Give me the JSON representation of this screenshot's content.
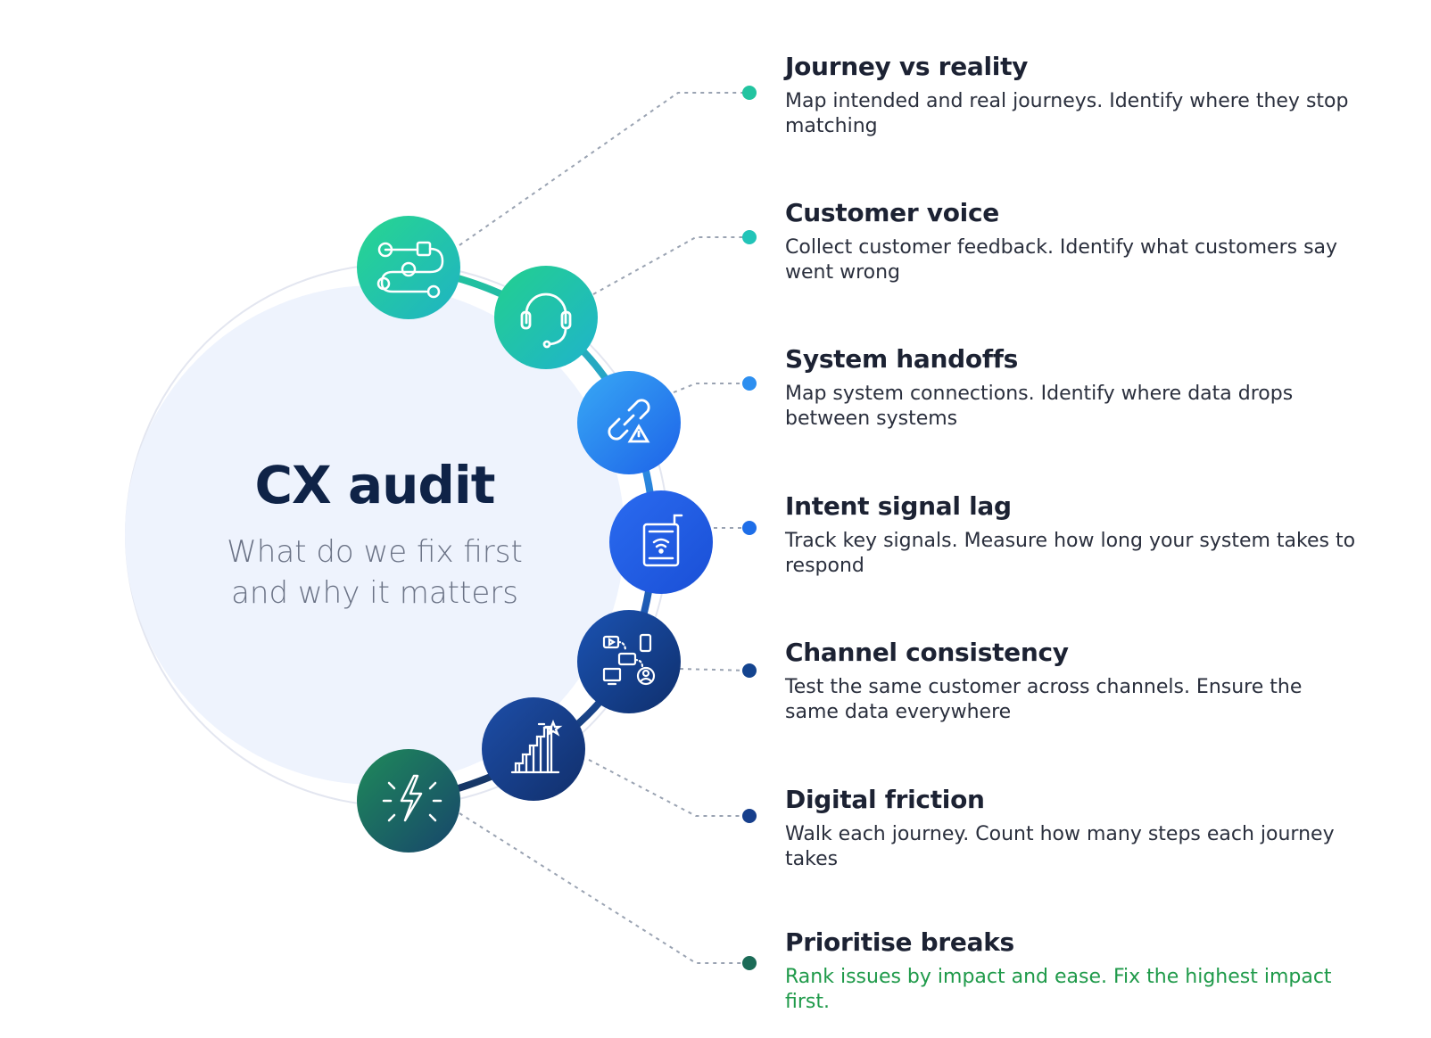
{
  "center": {
    "title": "CX audit",
    "subtitle_line1": "What do we fix first",
    "subtitle_line2": "and why it matters"
  },
  "items": [
    {
      "title": "Journey vs reality",
      "desc": "Map intended and real journeys. Identify where they stop matching",
      "icon": "journey-map-icon",
      "color": "#22c4a0"
    },
    {
      "title": "Customer voice",
      "desc": "Collect customer feedback. Identify what customers say went wrong",
      "icon": "headset-icon",
      "color": "#22c4b8"
    },
    {
      "title": "System handoffs",
      "desc": "Map system connections. Identify where data drops between systems",
      "icon": "broken-link-warning-icon",
      "color": "#2d8ff0"
    },
    {
      "title": "Intent signal lag",
      "desc": "Track key signals. Measure how long your system takes to respond",
      "icon": "signal-device-icon",
      "color": "#1e6ee8"
    },
    {
      "title": "Channel consistency",
      "desc": "Test the same customer across channels. Ensure the same data everywhere",
      "icon": "omnichannel-icon",
      "color": "#14448f"
    },
    {
      "title": "Digital friction",
      "desc": "Walk each journey. Count how many steps each journey takes",
      "icon": "steps-star-icon",
      "color": "#173f8c"
    },
    {
      "title": "Prioritise breaks",
      "desc": "Rank issues by impact and ease. Fix the highest impact first.",
      "icon": "lightning-icon",
      "color": "#1b6b57",
      "desc_color": "#1f9a4a"
    }
  ]
}
